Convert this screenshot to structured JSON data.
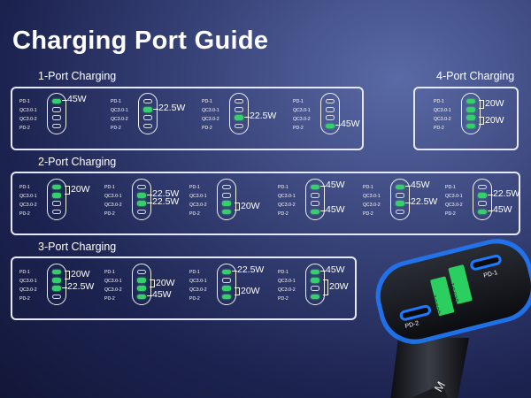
{
  "page_title": "Charging Port Guide",
  "port_labels": [
    "PD-1",
    "QC3.0-1",
    "QC3.0-2",
    "PD-2"
  ],
  "colors": {
    "active_port": "#35d06b",
    "frame": "#e6e9f5",
    "glow": "#1e7bff"
  },
  "groups": [
    {
      "id": "one-port",
      "label": "1-Port Charging",
      "units": [
        {
          "active": [
            0
          ],
          "watts": [
            {
              "row": 0,
              "text": "45W"
            }
          ]
        },
        {
          "active": [
            1
          ],
          "watts": [
            {
              "row": 1,
              "text": "22.5W"
            }
          ]
        },
        {
          "active": [
            2
          ],
          "watts": [
            {
              "row": 2,
              "text": "22.5W"
            }
          ]
        },
        {
          "active": [
            3
          ],
          "watts": [
            {
              "row": 3,
              "text": "45W"
            }
          ]
        }
      ]
    },
    {
      "id": "four-port",
      "label": "4-Port Charging",
      "units": [
        {
          "active": [
            0,
            1,
            2,
            3
          ],
          "watts": [
            {
              "rows": [
                0,
                1
              ],
              "text": "20W"
            },
            {
              "rows": [
                2,
                3
              ],
              "text": "20W"
            }
          ]
        }
      ]
    },
    {
      "id": "two-port",
      "label": "2-Port Charging",
      "units": [
        {
          "active": [
            0,
            1
          ],
          "watts": [
            {
              "rows": [
                0,
                1
              ],
              "text": "20W"
            }
          ]
        },
        {
          "active": [
            1,
            2
          ],
          "watts": [
            {
              "row": 1,
              "text": "22.5W"
            },
            {
              "row": 2,
              "text": "22.5W"
            }
          ]
        },
        {
          "active": [
            2,
            3
          ],
          "watts": [
            {
              "rows": [
                2,
                3
              ],
              "text": "20W"
            }
          ]
        },
        {
          "active": [
            0,
            3
          ],
          "watts": [
            {
              "row": 0,
              "text": "45W"
            },
            {
              "row": 3,
              "text": "45W"
            }
          ]
        },
        {
          "active": [
            0,
            2
          ],
          "watts": [
            {
              "row": 0,
              "text": "45W"
            },
            {
              "row": 2,
              "text": "22.5W"
            }
          ]
        },
        {
          "active": [
            1,
            3
          ],
          "watts": [
            {
              "row": 1,
              "text": "22.5W"
            },
            {
              "row": 3,
              "text": "45W"
            }
          ]
        }
      ]
    },
    {
      "id": "three-port",
      "label": "3-Port Charging",
      "units": [
        {
          "active": [
            0,
            1,
            2
          ],
          "watts": [
            {
              "rows": [
                0,
                1
              ],
              "text": "20W"
            },
            {
              "row": 2,
              "text": "22.5W"
            }
          ]
        },
        {
          "active": [
            1,
            2,
            3
          ],
          "watts": [
            {
              "rows": [
                1,
                2
              ],
              "text": "20W"
            },
            {
              "row": 3,
              "text": "45W"
            }
          ]
        },
        {
          "active": [
            0,
            2,
            3
          ],
          "watts": [
            {
              "row": 0,
              "text": "22.5W"
            },
            {
              "rows": [
                2,
                3
              ],
              "text": "20W"
            }
          ]
        },
        {
          "active": [
            0,
            1,
            3
          ],
          "watts": [
            {
              "row": 0,
              "text": "45W"
            },
            {
              "rows": [
                1,
                3
              ],
              "text": "20W"
            }
          ]
        }
      ]
    }
  ],
  "product": {
    "port_labels": [
      "PD-1",
      "QC3.0-1",
      "QC3.0-2",
      "PD-2"
    ],
    "brand_fragment": "M"
  }
}
